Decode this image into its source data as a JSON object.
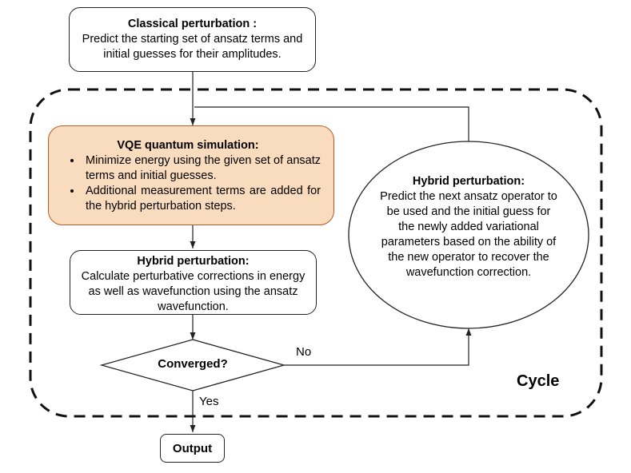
{
  "classical": {
    "title": "Classical perturbation :",
    "body": "Predict the starting set of ansatz terms and initial guesses for their amplitudes."
  },
  "vqe": {
    "title": "VQE quantum simulation:",
    "bullets": [
      "Minimize energy using the given set of ansatz terms and initial guesses.",
      "Additional measurement terms are added for the hybrid perturbation steps."
    ],
    "fill_color": "#f9dbbd",
    "border_color": "#b85c26"
  },
  "hybrid_left": {
    "title": "Hybrid perturbation:",
    "body": "Calculate perturbative corrections in energy as well as wavefunction using the ansatz wavefunction."
  },
  "hybrid_right": {
    "title": "Hybrid perturbation:",
    "body": "Predict the next ansatz operator to be used and the initial guess for the newly added variational parameters based on the ability of the new operator to recover the wavefunction correction."
  },
  "decision": {
    "label": "Converged?"
  },
  "edges": {
    "no_label": "No",
    "yes_label": "Yes"
  },
  "cycle": {
    "label": "Cycle"
  },
  "output": {
    "label": "Output"
  }
}
